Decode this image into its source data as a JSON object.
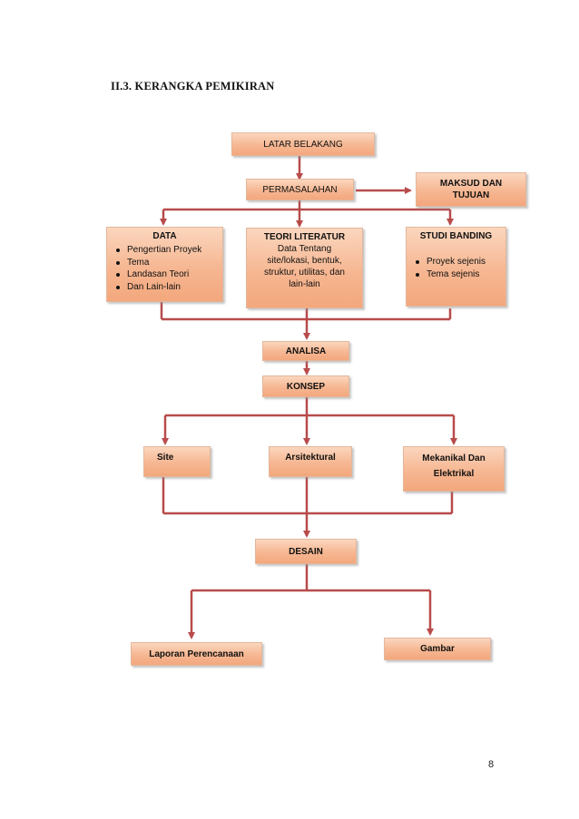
{
  "heading": "II.3. KERANGKA PEMIKIRAN",
  "nodes": {
    "latar_belakang": "LATAR BELAKANG",
    "permasalahan": "PERMASALAHAN",
    "maksud_line1": "MAKSUD DAN",
    "maksud_line2": "TUJUAN",
    "data_title": "DATA",
    "data_items": [
      "Pengertian Proyek",
      "Tema",
      "Landasan Teori",
      "Dan Lain-lain"
    ],
    "teori_title": "TEORI LITERATUR",
    "teori_line1": "Data Tentang",
    "teori_line2": "site/lokasi, bentuk,",
    "teori_line3": "struktur, utilitas, dan",
    "teori_line4": "lain-lain",
    "studi_title": "STUDI BANDING",
    "studi_items": [
      "Proyek sejenis",
      "Tema sejenis"
    ],
    "analisa": "ANALISA",
    "konsep": "KONSEP",
    "site": "Site",
    "arsitektural": "Arsitektural",
    "mekanikal_line1": "Mekanikal Dan",
    "mekanikal_line2": "Elektrikal",
    "desain": "DESAIN",
    "laporan": "Laporan Perencanaan",
    "gambar": "Gambar"
  },
  "page_number": "8",
  "colors": {
    "connector": "#b84b4b",
    "box_top": "#fbd6be",
    "box_bottom": "#f3a77d"
  }
}
